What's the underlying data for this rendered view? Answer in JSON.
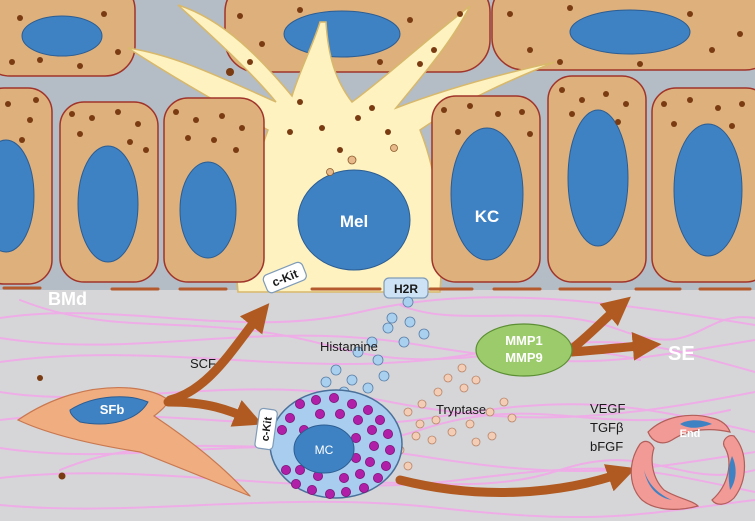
{
  "labels": {
    "mel": "Mel",
    "kc": "KC",
    "bmd": "BMd",
    "ckit_receptor": "c-Kit",
    "h2r": "H2R",
    "histamine": "Histamine",
    "mmp1": "MMP1",
    "mmp9": "MMP9",
    "se": "SE",
    "scf": "SCF",
    "sfb": "SFb",
    "tryptase": "Tryptase",
    "vegf": "VEGF",
    "tgfb": "TGFβ",
    "bfgf": "bFGF",
    "end": "End",
    "mc_ckit": "c-Kit",
    "mc": "MC"
  },
  "colors": {
    "keratinocyte_fill": "#deb07c",
    "keratinocyte_border": "#a0342a",
    "nucleus_fill": "#3f82c4",
    "melanocyte_fill": "#fdf2c0",
    "melanin_granule": "#7a3b12",
    "dermis_bg": "#d6d6d8",
    "epidermis_gap": "#b4bcc6",
    "collagen_fiber": "#f3a6ea",
    "arrow": "#b05a22",
    "histamine_dot": "#a9d0ee",
    "tryptase_dot": "#f3cdb5",
    "mast_cell_fill": "#a9cdee",
    "mast_cell_granule": "#b01fa8",
    "mmp_fill": "#9ccb6b",
    "fibroblast_fill": "#f0ad80",
    "vessel_fill": "#f29a95"
  }
}
